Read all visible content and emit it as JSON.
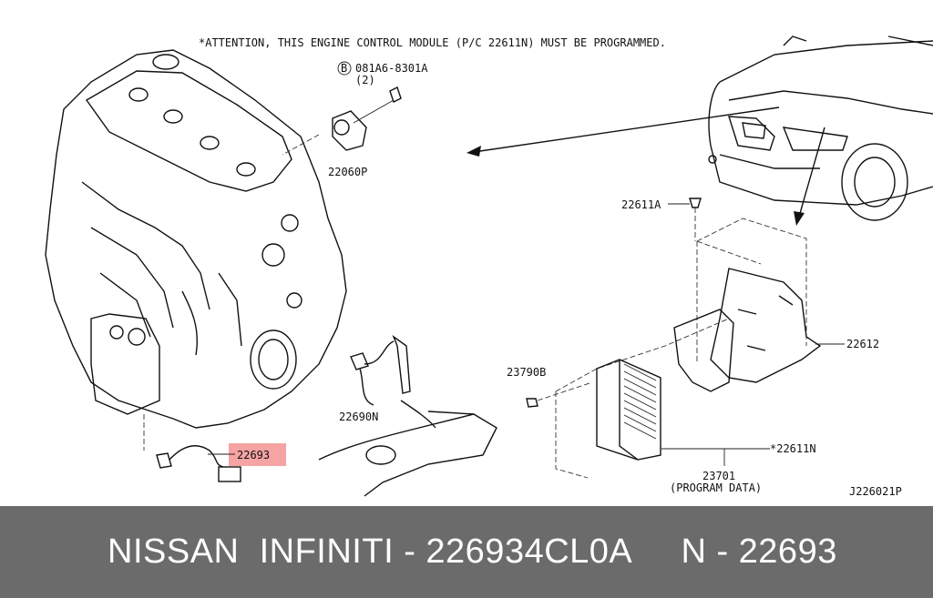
{
  "diagram": {
    "attention_note": "*ATTENTION, THIS ENGINE CONTROL MODULE (P/C 22611N) MUST BE PROGRAMMED.",
    "bolt_code": "081A6-8301A",
    "bolt_circle_letter": "B",
    "bolt_qty": "(2)",
    "labels": {
      "knock_sensor": "22060P",
      "bolt_22611A": "22611A",
      "bracket": "22612",
      "nut": "23790B",
      "ecm": "*22611N",
      "o2_upper": "22690N",
      "o2_lower": "22693",
      "ecm_assy": "23701",
      "program_data": "(PROGRAM DATA)",
      "diagram_code": "J226021P"
    },
    "highlight_color": "#f5a3a3"
  },
  "footer": {
    "text": "NISSAN  INFINITI - 226934CL0A     N - 22693",
    "background": "#6b6b6b"
  }
}
